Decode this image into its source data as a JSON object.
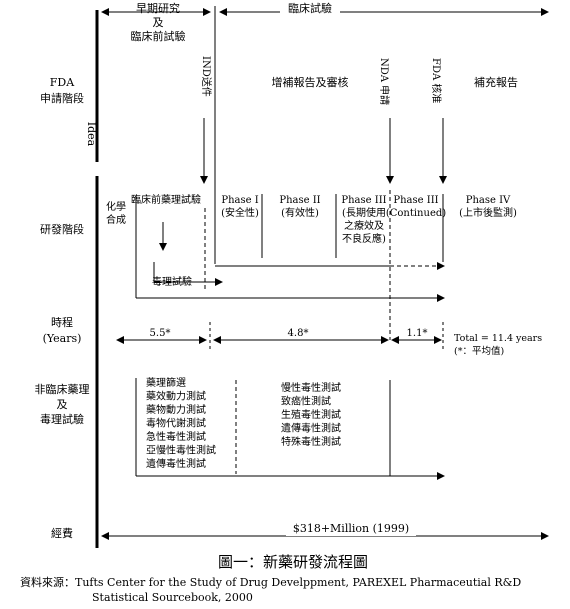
{
  "left_labels": {
    "fda_line1": "FDA",
    "fda_line2": "申請階段",
    "idea": "Idea",
    "rd": "研發階段",
    "timeline_line1": "時程",
    "timeline_line2": "(Years)",
    "nonclin_line1": "非臨床藥理",
    "nonclin_line2": "及",
    "nonclin_line3": "毒理試驗",
    "cost": "經費"
  },
  "header": {
    "early_line1": "早期研究",
    "early_line2": "及",
    "early_line3": "臨床前試驗",
    "clinical": "臨床試驗"
  },
  "fda_stage": {
    "ind": "IND送件",
    "supplement": "增補報告及審核",
    "nda": "NDA 申請",
    "approval": "FDA 核准",
    "post_report": "補充報告"
  },
  "rd_stage": {
    "chem_line1": "化學",
    "chem_line2": "合成",
    "preclinical": "臨床前藥理試驗",
    "toxicity": "毒理試驗",
    "phase1_line1": "Phase I",
    "phase1_line2": "(安全性)",
    "phase2_line1": "Phase II",
    "phase2_line2": "(有效性)",
    "phase3_line1": "Phase III",
    "phase3_line2": "(長期使用",
    "phase3_line3": "之療效及",
    "phase3_line4": "不良反應)",
    "phase3c_line1": "Phase III",
    "phase3c_line2": "(Continued)",
    "phase4_line1": "Phase IV",
    "phase4_line2": "(上市後監測)"
  },
  "timeline": {
    "seg1": "5.5*",
    "seg2": "4.8*",
    "seg3": "1.1*",
    "total": "Total = 11.4 years",
    "note": "(*：平均值)"
  },
  "nonclinical_tests": {
    "group1": [
      "藥理篩選",
      "藥效動力測試",
      "藥物動力測試",
      "毒物代謝測試",
      "急性毒性測試",
      "亞慢性毒性測試",
      "遺傳毒性測試"
    ],
    "group2": [
      "慢性毒性測試",
      "致癌性測試",
      "生殖毒性測試",
      "遺傳毒性測試",
      "特殊毒性測試"
    ]
  },
  "cost": {
    "amount": "$318+Million (1999)"
  },
  "caption": "圖一：新藥研發流程圖",
  "source_line1": "資料來源：Tufts Center for the Study of Drug Develppment, PAREXEL  Pharmaceutial R&D",
  "source_line2": "Statistical Sourcebook,  2000"
}
